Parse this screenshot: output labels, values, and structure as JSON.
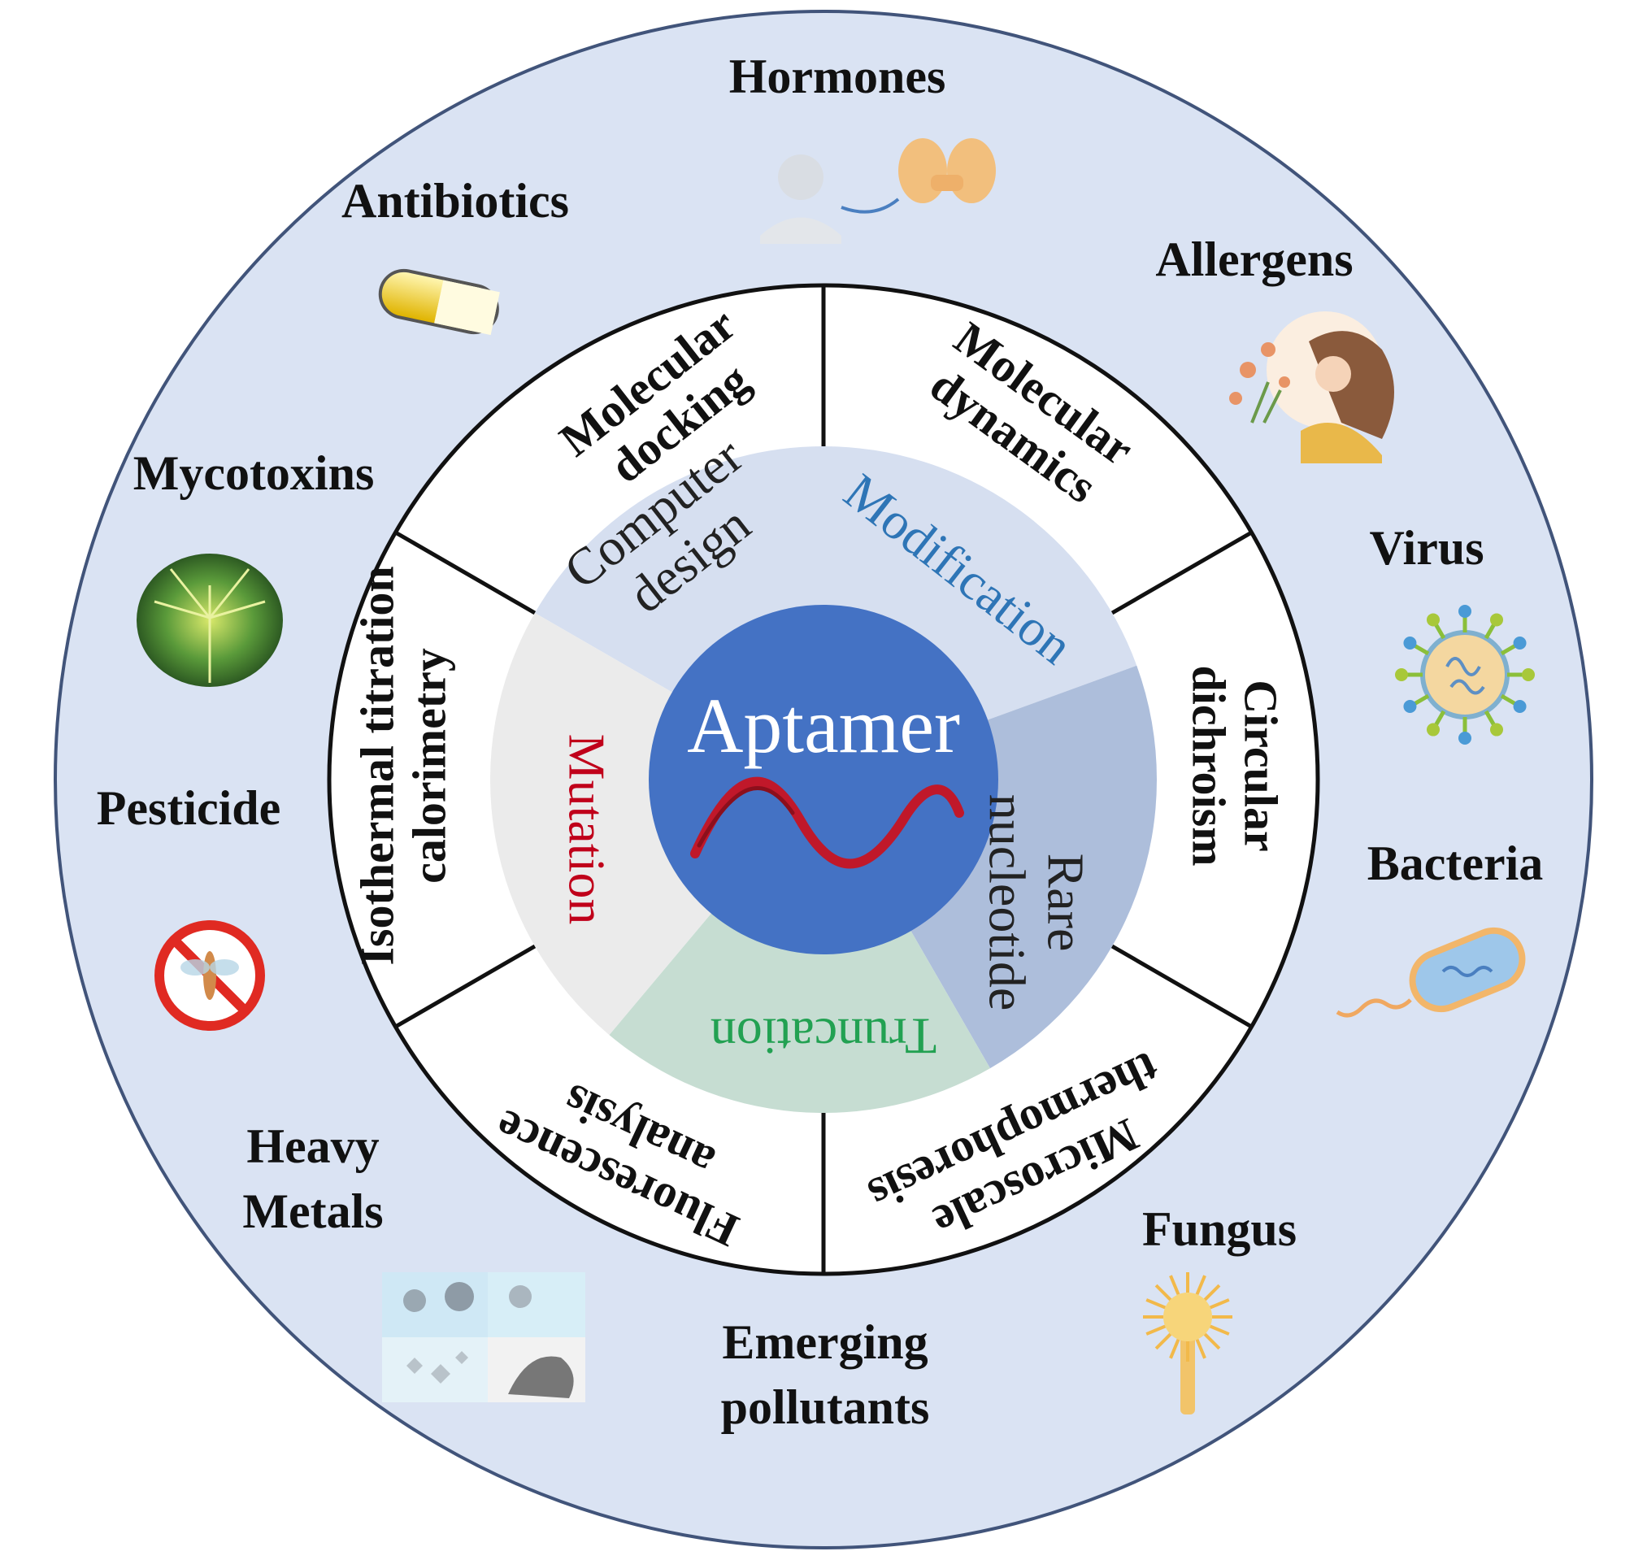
{
  "center": {
    "label": "Aptamer",
    "color": "#4472c4",
    "helix_color": "#c0182a"
  },
  "inner_segments": [
    {
      "label": "Computer design",
      "lines": [
        "Computer",
        "design"
      ],
      "fill": "#d6dff0",
      "text_color": "#222222"
    },
    {
      "label": "Modification",
      "lines": [
        "Modification"
      ],
      "fill": "#d6dff0",
      "text_color": "#2e75b6"
    },
    {
      "label": "Rare nucleotide",
      "lines": [
        "Rare",
        "nucleotide"
      ],
      "fill": "#adbedb",
      "text_color": "#222222"
    },
    {
      "label": "Truncation",
      "lines": [
        "Truncation"
      ],
      "fill": "#c6ddd2",
      "text_color": "#22a152"
    },
    {
      "label": "Mutation",
      "lines": [
        "Mutation"
      ],
      "fill": "#ebebeb",
      "text_color": "#c0001a"
    }
  ],
  "ring_segments": [
    {
      "label": "Molecular docking",
      "lines": [
        "Molecular",
        "docking"
      ]
    },
    {
      "label": "Molecular dynamics",
      "lines": [
        "Molecular",
        "dynamics"
      ]
    },
    {
      "label": "Circular dichroism",
      "lines": [
        "Circular",
        "dichroism"
      ]
    },
    {
      "label": "Microscale thermophoresis",
      "lines": [
        "Microscale",
        "thermophoresis"
      ]
    },
    {
      "label": "Fluorescence analysis",
      "lines": [
        "Fluorescence",
        "analysis"
      ]
    },
    {
      "label": "Isothermal titration calorimetry",
      "lines": [
        "Isothermal titration",
        "calorimetry"
      ]
    }
  ],
  "targets": [
    {
      "key": "hormones",
      "lines": [
        "Hormones"
      ],
      "icon": "thyroid-icon"
    },
    {
      "key": "allergens",
      "lines": [
        "Allergens"
      ],
      "icon": "sneezing-woman-icon"
    },
    {
      "key": "virus",
      "lines": [
        "Virus"
      ],
      "icon": "virus-icon"
    },
    {
      "key": "bacteria",
      "lines": [
        "Bacteria"
      ],
      "icon": "bacterium-icon"
    },
    {
      "key": "fungus",
      "lines": [
        "Fungus"
      ],
      "icon": "fungus-icon"
    },
    {
      "key": "emerging",
      "lines": [
        "Emerging",
        "pollutants"
      ],
      "icon": ""
    },
    {
      "key": "heavy",
      "lines": [
        "Heavy",
        "Metals"
      ],
      "icon": "heavy-metals-icon"
    },
    {
      "key": "pesticide",
      "lines": [
        "Pesticide"
      ],
      "icon": "no-insect-icon"
    },
    {
      "key": "mycotoxins",
      "lines": [
        "Mycotoxins"
      ],
      "icon": "mold-icon"
    },
    {
      "key": "antibiotics",
      "lines": [
        "Antibiotics"
      ],
      "icon": "capsule-icon"
    }
  ],
  "colors": {
    "outer_ring": "#dae3f3",
    "outer_edge": "#41547a",
    "ring_band": "#ffffff",
    "divider": "#111111"
  }
}
